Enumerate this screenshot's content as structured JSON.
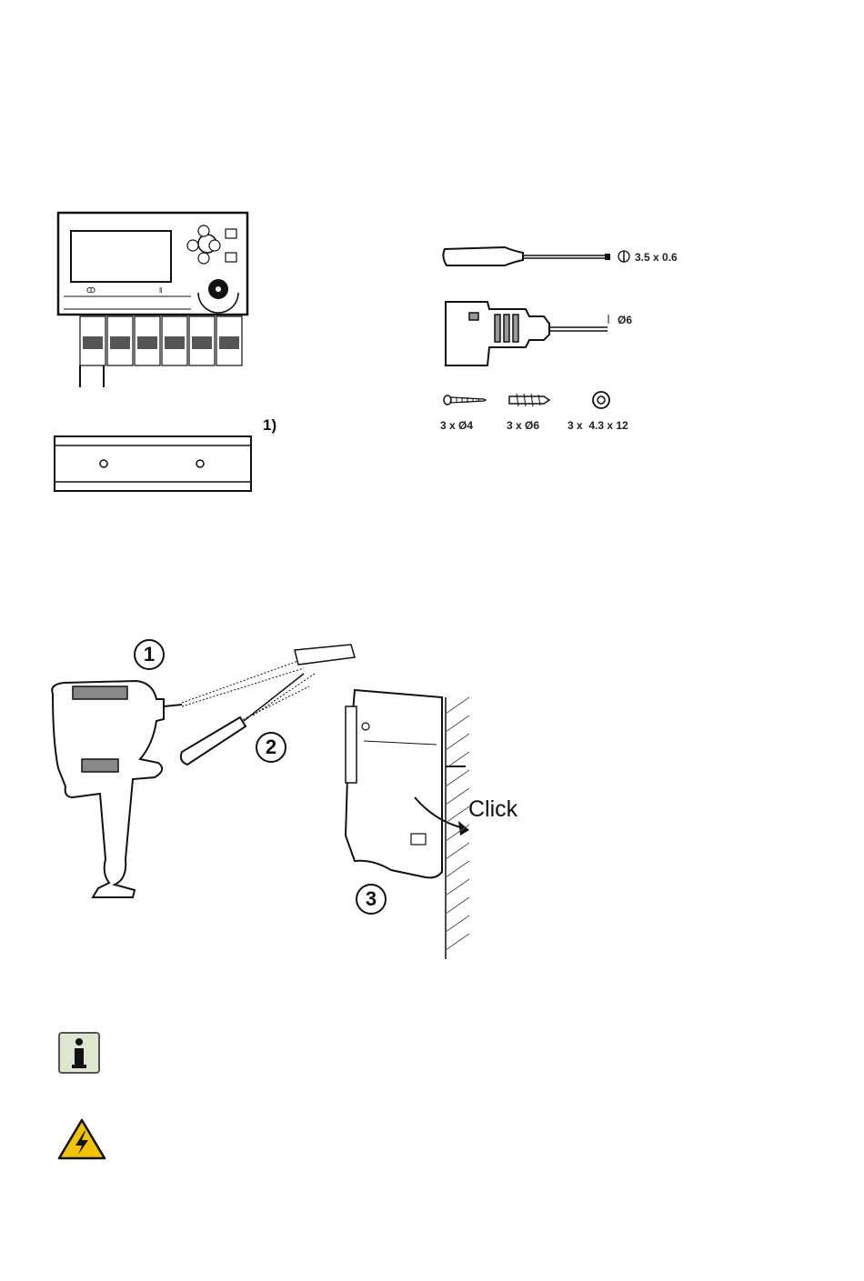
{
  "parts": {
    "rail_note": "1)"
  },
  "tools": {
    "screwdriver_size": "3.5 x 0.6",
    "drill_bit_size": "Ø6",
    "screws": "3 x Ø4",
    "wall_plugs": "3 x Ø6",
    "washers": "3 x  4.3 x 12"
  },
  "mounting": {
    "step1": "1",
    "step2": "2",
    "step3": "3",
    "click_label": "Click"
  },
  "icons": {
    "info": "info-icon",
    "warning": "high-voltage-warning-icon"
  }
}
